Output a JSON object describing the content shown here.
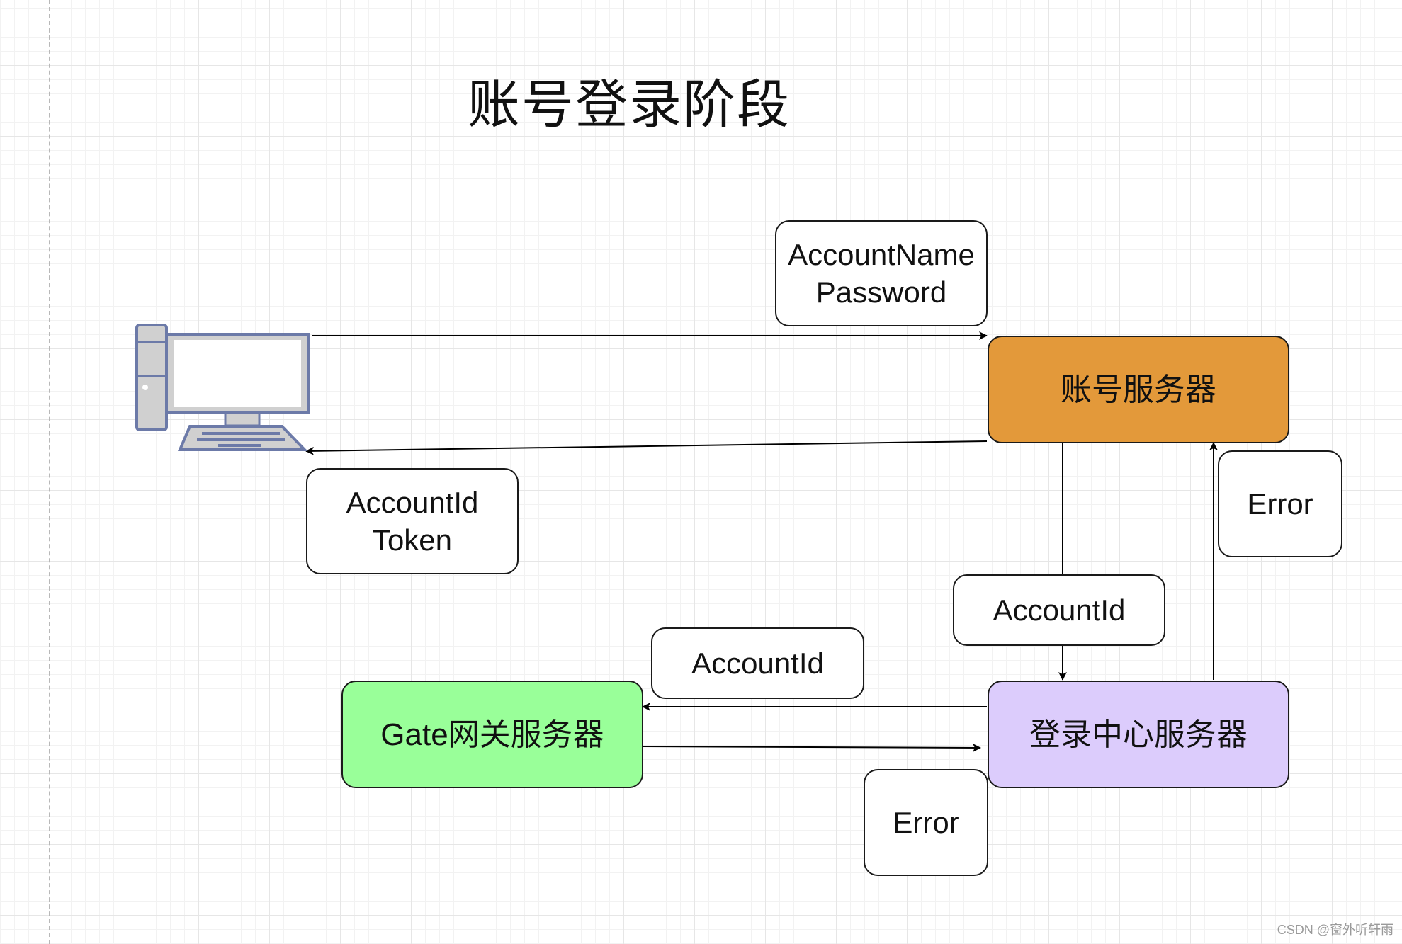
{
  "title": "账号登录阶段",
  "nodes": {
    "account_server": "账号服务器",
    "login_center_server": "登录中心服务器",
    "gate_server": "Gate网关服务器"
  },
  "labels": {
    "client_request": {
      "line1": "AccountName",
      "line2": "Password"
    },
    "client_response": {
      "line1": "AccountId",
      "line2": "Token"
    },
    "account_to_login": "AccountId",
    "login_to_account_error": "Error",
    "login_to_gate": "AccountId",
    "gate_to_login_error": "Error"
  },
  "icons": {
    "client": "computer-icon"
  },
  "colors": {
    "account_server": "#e3993a",
    "login_center_server": "#dcccfc",
    "gate_server": "#99ff99",
    "computer_outline": "#6c7aa8"
  },
  "watermark": "CSDN @窗外听轩雨"
}
